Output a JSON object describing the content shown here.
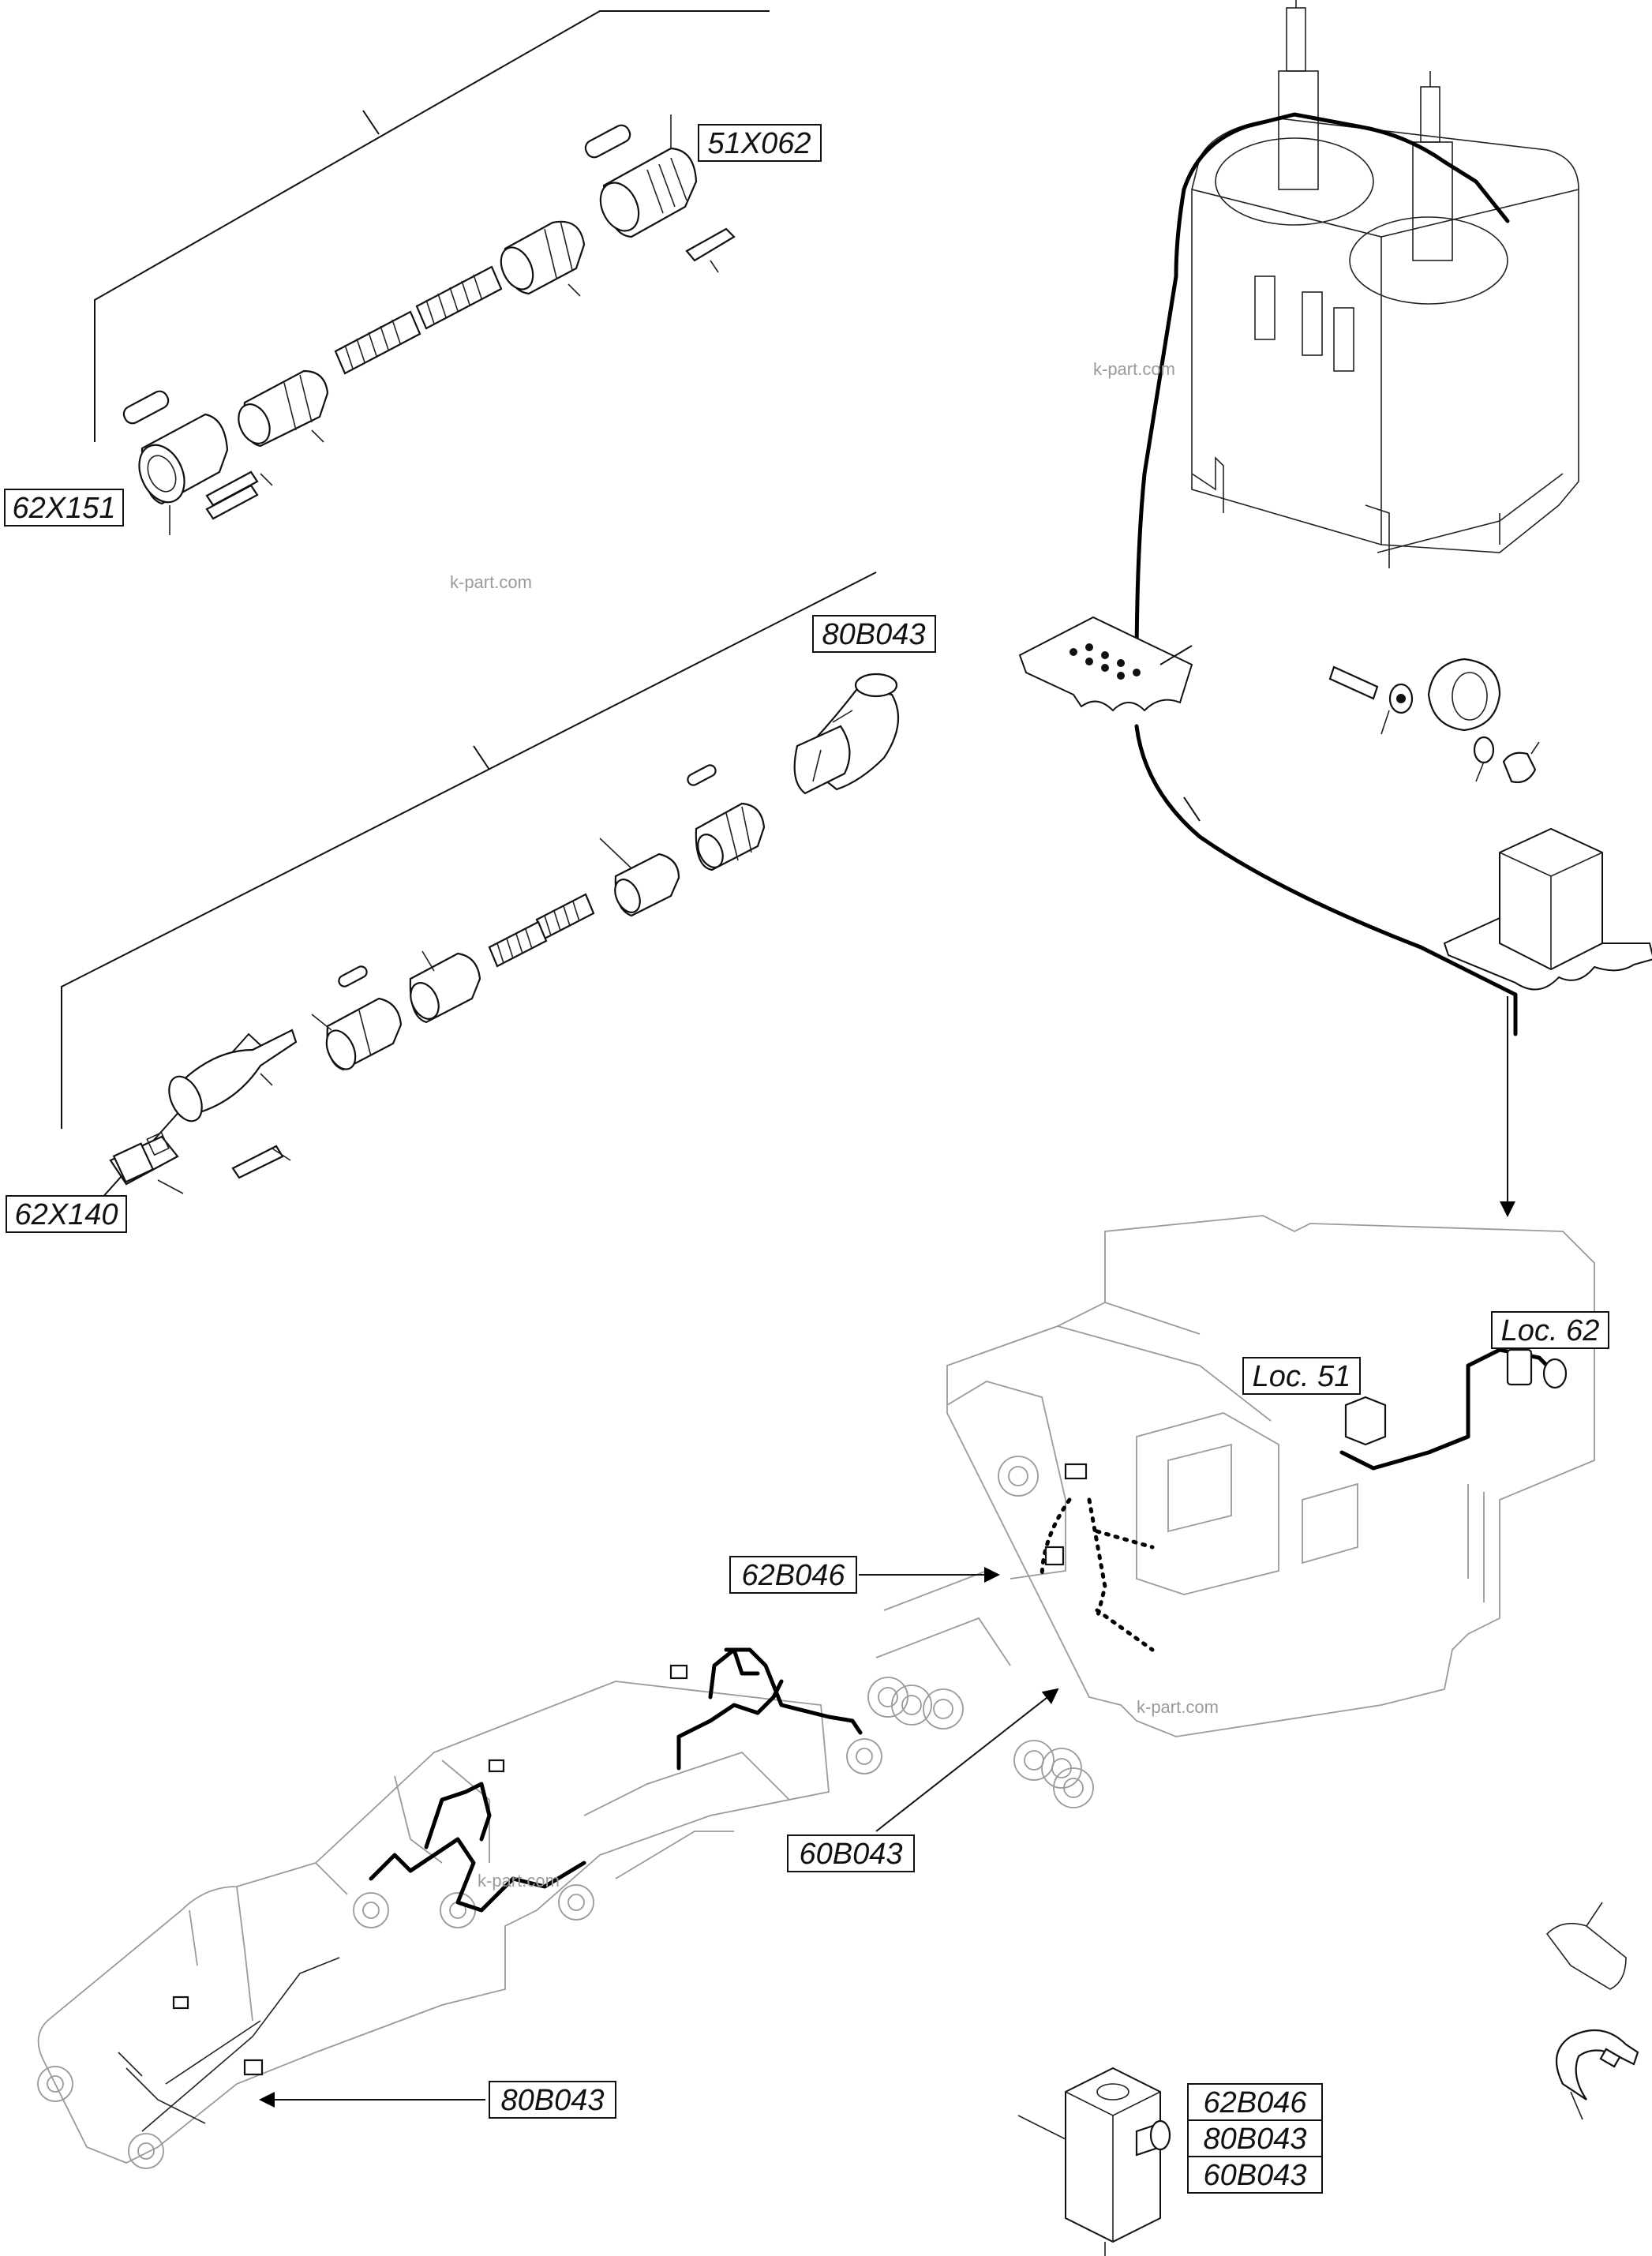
{
  "labels": {
    "c51x062": "51X062",
    "c62x151": "62X151",
    "c80b043_top": "80B043",
    "c62x140": "62X140",
    "loc62": "Loc. 62",
    "loc51": "Loc. 51",
    "c62b046": "62B046",
    "c60b043": "60B043",
    "c80b043_bottom": "80B043",
    "legend": [
      "62B046",
      "80B043",
      "60B043"
    ]
  },
  "watermarks": [
    "k-part.com",
    "k-part.com",
    "k-part.com",
    "k-part.com"
  ],
  "icons": [
    "connector-assembly-62x151-51x062",
    "connector-assembly-62x140-80b043",
    "hydraulic-tank",
    "terminal-plate",
    "grommet-bushing",
    "junction-box",
    "machine-upper-structure",
    "boom-harness",
    "pressure-sensor",
    "cable-tie",
    "cable-sleeve",
    "pointer-arrow"
  ]
}
